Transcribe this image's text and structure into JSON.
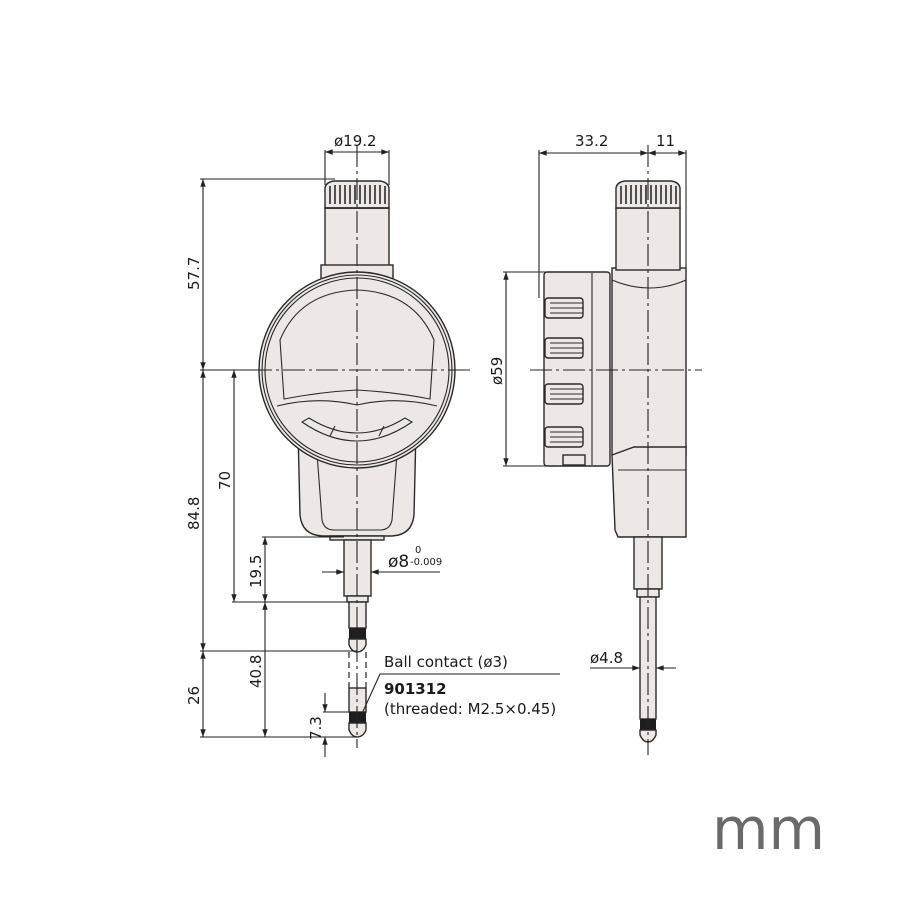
{
  "drawing": {
    "units_label": "mm",
    "front_view": {
      "dimensions": {
        "cap_diameter": "ø19.2",
        "top_height": "57.7",
        "bottom_height": "84.8",
        "spindle_length": "70",
        "stem_length": "19.5",
        "stem_diameter": "ø8",
        "stem_tol_upper": "0",
        "stem_tol_lower": "-0.009",
        "contact_travel": "40.8",
        "contact_extension": "26",
        "tip_length": "7.3"
      },
      "callout": {
        "line1": "Ball contact (ø3)",
        "part_number": "901312",
        "line3": "(threaded: M2.5×0.45)"
      }
    },
    "side_view": {
      "dimensions": {
        "depth_back": "33.2",
        "depth_front": "11",
        "body_diameter": "ø59",
        "spindle_diameter": "ø4.8"
      }
    },
    "colors": {
      "body_fill": "#ede8e6",
      "line": "#2a2a2a",
      "unit_text": "#6a6a6a"
    }
  }
}
